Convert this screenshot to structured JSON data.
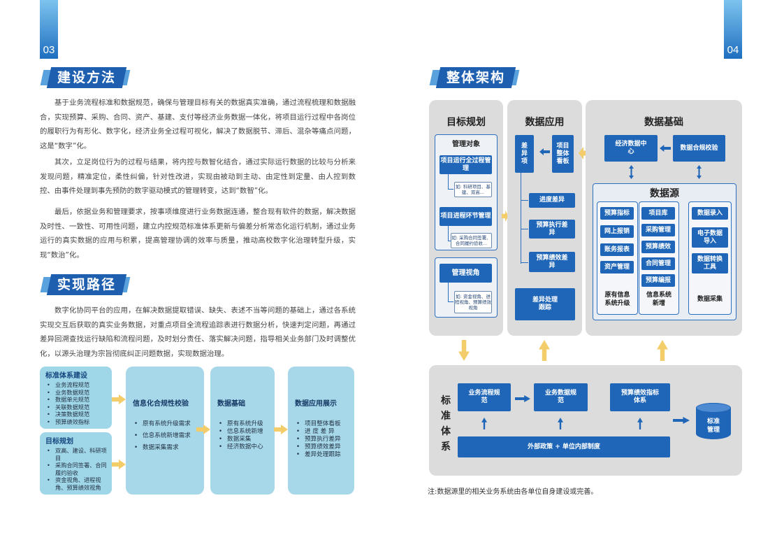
{
  "pages": {
    "left_no": "03",
    "right_no": "04"
  },
  "sections": {
    "s1": "建设方法",
    "s2": "实现路径",
    "s3": "整体架构"
  },
  "paragraphs": {
    "p1": "基于业务流程标准和数据规范，确保与管理目标有关的数据真实准确，通过流程梳理和数据融合，实现预算、采购、合同、资产、基建、支付等经济业务数据一体化，将项目运行过程中各岗位的履职行为有形化、数字化，经济业务全过程可视化，解决了数据脱节、滞后、混杂等痛点问题，这是“数字”化。",
    "p2": "其次，立足岗位行为的过程与结果，将内控与数智化结合，通过实际运行数据的比较与分析来发现问题，精准定位，柔性纠偏，针对性改进，实现由被动到主动、由定性到定量、由人控到数控、由事件处理到事先预防的数字驱动模式的管理转变，达到“数智”化。",
    "p3": "最后，依据业务和管理要求，按事项维度进行业务数据连通，整合现有软件的数据，解决数据及时性、一致性、可用性问题，建立内控规范标准体系更新与偏差分析常态化运行机制，通过业务运行的真实数据的应用与积累，提高管理协调的效率与质量，推动高校数字化治理转型升级，实现“数治”化。",
    "p4": "数字化协同平台的应用，在解决数据提取错误、缺失、表述不当等问题的基础上，通过各系统实现交互后获取的真实业务数据，对重点项目全流程追踪表进行数据分析，快速判定问题，再通过差异回溯查找运行缺陷和流程问题，及时划分责任、落实解决问题，指导相关业务部门及时调整优化，以源头治理为宗旨彻底纠正问题数据，实现数据治理。"
  },
  "flow": {
    "std": {
      "title": "标准体系建设",
      "items": [
        "业务流程规范",
        "业务数据规范",
        "数据单元规范",
        "关联数据规范",
        "决策数据规范",
        "预算绩效指标"
      ]
    },
    "goal": {
      "title": "目标规划",
      "items": [
        "双高、建设、科研项目",
        "采购合同签署、合同履约验收",
        "资金视角、进程视角、预算绩效视角"
      ]
    },
    "c1": {
      "title": "信息化合规性校验",
      "items": [
        "原有系统升级需求",
        "信息系统新增需求",
        "数据采集需求"
      ]
    },
    "c2": {
      "title": "数据基础",
      "items": [
        "原有系统升级",
        "信息系统新增",
        "数据采集",
        "经济数据中心"
      ]
    },
    "c3": {
      "title": "数据应用展示",
      "items": [
        "项目整体看板",
        "进 度 差 异",
        "预算执行差异",
        "预算绩效差异",
        "差异处理跟踪"
      ]
    }
  },
  "arch": {
    "col1": {
      "title": "目标规划",
      "mgmt_obj": "管理对象",
      "b1": "项目运行全过程管理",
      "n1": "如: 科研项目、基建、双高...",
      "b2": "项目进程环节管理",
      "n2": "如: 采购合同签署、合同履约验收...",
      "view": "管理视角",
      "n3": "如: 资金视角、进程视角、预算绩效视角"
    },
    "col2": {
      "title": "数据应用",
      "diff": "差异项",
      "board": "项目整体看板",
      "d1": "进度差异",
      "d2": "预算执行差异",
      "d3": "预算绩效差异",
      "track": "差异处理跟踪"
    },
    "col3": {
      "title": "数据基础",
      "econ": "经济数据中心",
      "check": "数据合规校验",
      "source": "数据源",
      "g1": [
        "预算指标",
        "网上报销",
        "账务报表",
        "资产管理"
      ],
      "g1_label": "原有信息系统升级",
      "g2": [
        "项目库",
        "采购管理",
        "预算绩效",
        "合同管理",
        "预算编报"
      ],
      "g2_label": "信息系统新增",
      "g3": [
        "数据录入",
        "电子数据导入",
        "数据转换工具"
      ],
      "g3_label": "数据采集"
    },
    "bottom": {
      "vert_label": "标准体系",
      "b1": "业务流程规范",
      "b2": "业务数据规范",
      "b3": "预算绩效指标体系",
      "std": "标准管理",
      "policy": "外部政策 + 单位内部制度"
    },
    "note": "注:数据源里的相关业务系统由各单位自身建设或完善。"
  },
  "colors": {
    "blue": "#1f66b8",
    "yellow": "#f4cd6b",
    "gray": "#dcdcdc",
    "cyan": "#a7d8ea"
  }
}
